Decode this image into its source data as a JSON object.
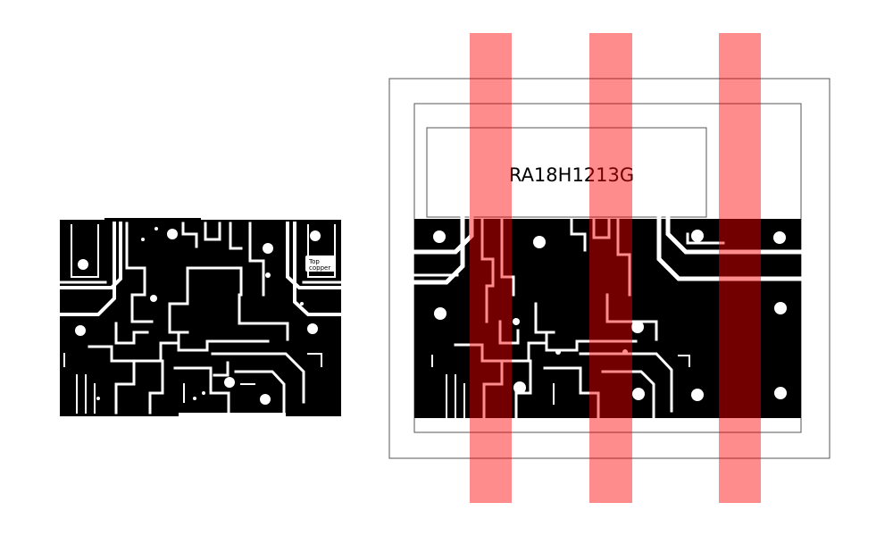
{
  "left_board": {
    "label_line1": "Top",
    "label_line2": "copper"
  },
  "right_layout": {
    "module_label": "RA18H1213G"
  },
  "colors": {
    "copper": "#000000",
    "background": "#ffffff",
    "outline": "#555555",
    "highlight": "#ff0000",
    "highlight_opacity": 0.45
  }
}
